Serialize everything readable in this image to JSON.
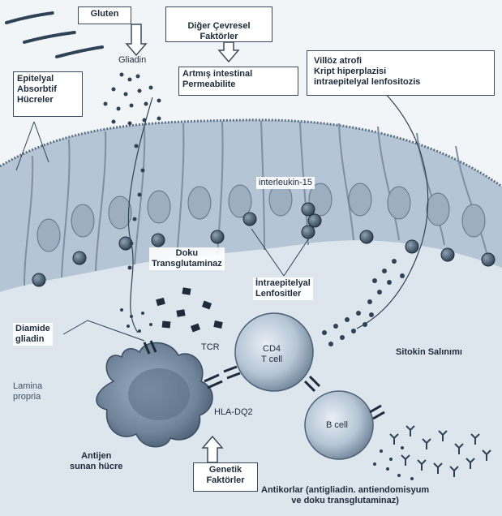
{
  "labels": {
    "gluten": "Gluten",
    "diger_cevresel": "Diğer Çevresel\nFaktörler",
    "gliadin": "Gliadin",
    "epitelyal": "Epitelyal\nAbsorbtif\nHücreler",
    "permeabilite": "Artmış intestinal\nPermeabilite",
    "villoz": "Villöz atrofi\nKript hiperplazisi\nintraepitelyal lenfositozis",
    "interleukin": "interleukin-15",
    "doku_transglutaminaz": "Doku\nTransglutaminaz",
    "intraepitelyal_lenfositler": "İntraepitelyal\nLenfositler",
    "diamide_gliadin": "Diamide\ngliadin",
    "tcr": "TCR",
    "cd4": "CD4\nT cell",
    "sitokin": "Sitokin Salınımı",
    "lamina_propria": "Lamina\npropria",
    "hla": "HLA-DQ2",
    "b_cell": "B cell",
    "antijen": "Antijen\nsunan hücre",
    "genetik": "Genetik\nFaktörler",
    "antikorlar": "Antikorlar (antigliadin. antiendomisyum\nve doku transglutaminaz)"
  },
  "colors": {
    "tissue": "#c9d5e1",
    "epithelium": "#b5c5d5",
    "cell_dark": "#3e5164",
    "lamina": "#dde5ed",
    "ink": "#1e2b3a"
  }
}
